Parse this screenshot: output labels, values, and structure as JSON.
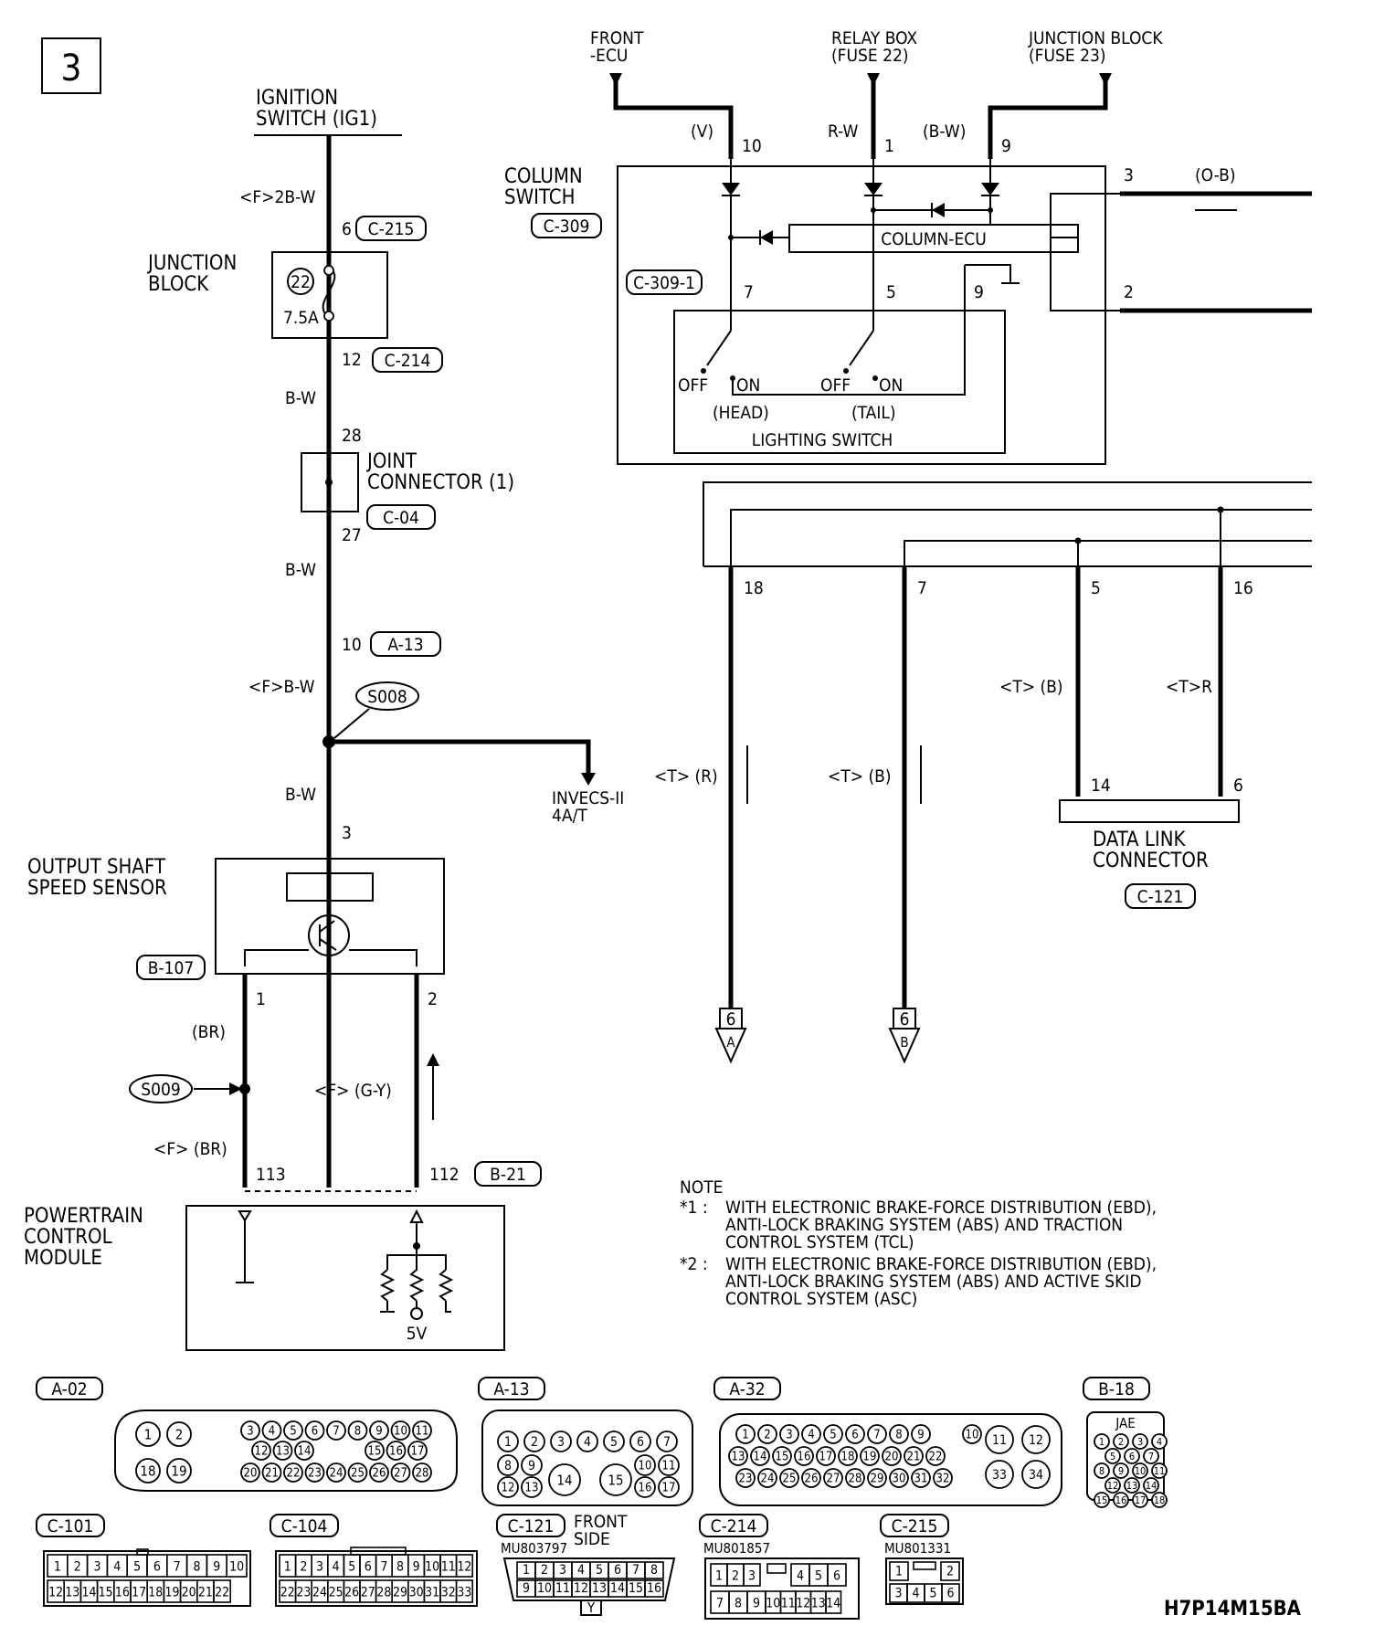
{
  "page": {
    "number": "3",
    "code": "H7P14M15BA"
  },
  "sources": {
    "ignition": "IGNITION\nSWITCH (IG1)",
    "front_ecu": "FRONT\n-ECU",
    "relay_box": "RELAY BOX\n(FUSE 22)",
    "junction_block_fuse": "JUNCTION BLOCK\n(FUSE 23)",
    "invecs": "INVECS-II\n4A/T"
  },
  "components": {
    "junction_block": "JUNCTION\nBLOCK",
    "fuse_num": "22",
    "fuse_rating": "7.5A",
    "joint_connector": "JOINT\nCONNECTOR (1)",
    "column_switch": "COLUMN\nSWITCH",
    "column_ecu": "COLUMN-ECU",
    "lighting_switch": "LIGHTING SWITCH",
    "head": "(HEAD)",
    "tail": "(TAIL)",
    "off": "OFF",
    "on": "ON",
    "output_sensor": "OUTPUT SHAFT\nSPEED SENSOR",
    "pcm": "POWERTRAIN\nCONTROL\nMODULE",
    "data_link": "DATA LINK\nCONNECTOR",
    "five_v": "5V"
  },
  "wires": {
    "w_ign": "<F>2B-W",
    "w_bw1": "B-W",
    "w_bw2": "B-W",
    "w_fbw": "<F>B-W",
    "w_bw3": "B-W",
    "w_br": "(BR)",
    "w_fbr": "<F> (BR)",
    "w_fgy": "<F> (G-Y)",
    "w_v": "(V)",
    "w_rw": "R-W",
    "w_bw_col": "(B-W)",
    "w_ob": "(O-B)",
    "w_tr": "<T> (R)",
    "w_tb": "<T> (B)",
    "w_tb2": "<T> (B)",
    "w_tr2": "<T>R"
  },
  "splices": {
    "s008": "S008",
    "s009": "S009"
  },
  "connector_labels": {
    "c215": "C-215",
    "c214": "C-214",
    "c04": "C-04",
    "a13": "A-13",
    "c309": "C-309",
    "c309_1": "C-309-1",
    "b107": "B-107",
    "b21": "B-21",
    "c121": "C-121"
  },
  "pins": {
    "p6": "6",
    "p12": "12",
    "p28": "28",
    "p27": "27",
    "p10a": "10",
    "p3": "3",
    "p1": "1",
    "p2": "2",
    "p113": "113",
    "p112": "112",
    "c10": "10",
    "c1": "1",
    "c9": "9",
    "c7": "7",
    "c5": "5",
    "c9b": "9",
    "c3": "3",
    "c2": "2",
    "d18": "18",
    "d7": "7",
    "d5": "5",
    "d16": "16",
    "d14": "14",
    "d6": "6"
  },
  "offpage": {
    "a_page": "6",
    "a_letter": "A",
    "b_page": "6",
    "b_letter": "B"
  },
  "note": {
    "title": "NOTE",
    "n1_mark": "*1 :",
    "n1": "WITH ELECTRONIC BRAKE-FORCE DISTRIBUTION (EBD),\nANTI-LOCK BRAKING SYSTEM (ABS) AND TRACTION\nCONTROL SYSTEM (TCL)",
    "n2_mark": "*2 :",
    "n2": "WITH ELECTRONIC BRAKE-FORCE DISTRIBUTION (EBD),\nANTI-LOCK BRAKING SYSTEM (ABS) AND ACTIVE SKID\nCONTROL SYSTEM (ASC)"
  },
  "connector_views": {
    "a02": "A-02",
    "a13": "A-13",
    "a32": "A-32",
    "b18": "B-18",
    "c101": "C-101",
    "c104": "C-104",
    "c121": "C-121",
    "c214": "C-214",
    "c215": "C-215",
    "jae": "JAE",
    "mu_c121": "MU803797",
    "mu_c214": "MU801857",
    "mu_c215": "MU801331",
    "front_side": "FRONT\nSIDE",
    "y_mark": "Y"
  }
}
